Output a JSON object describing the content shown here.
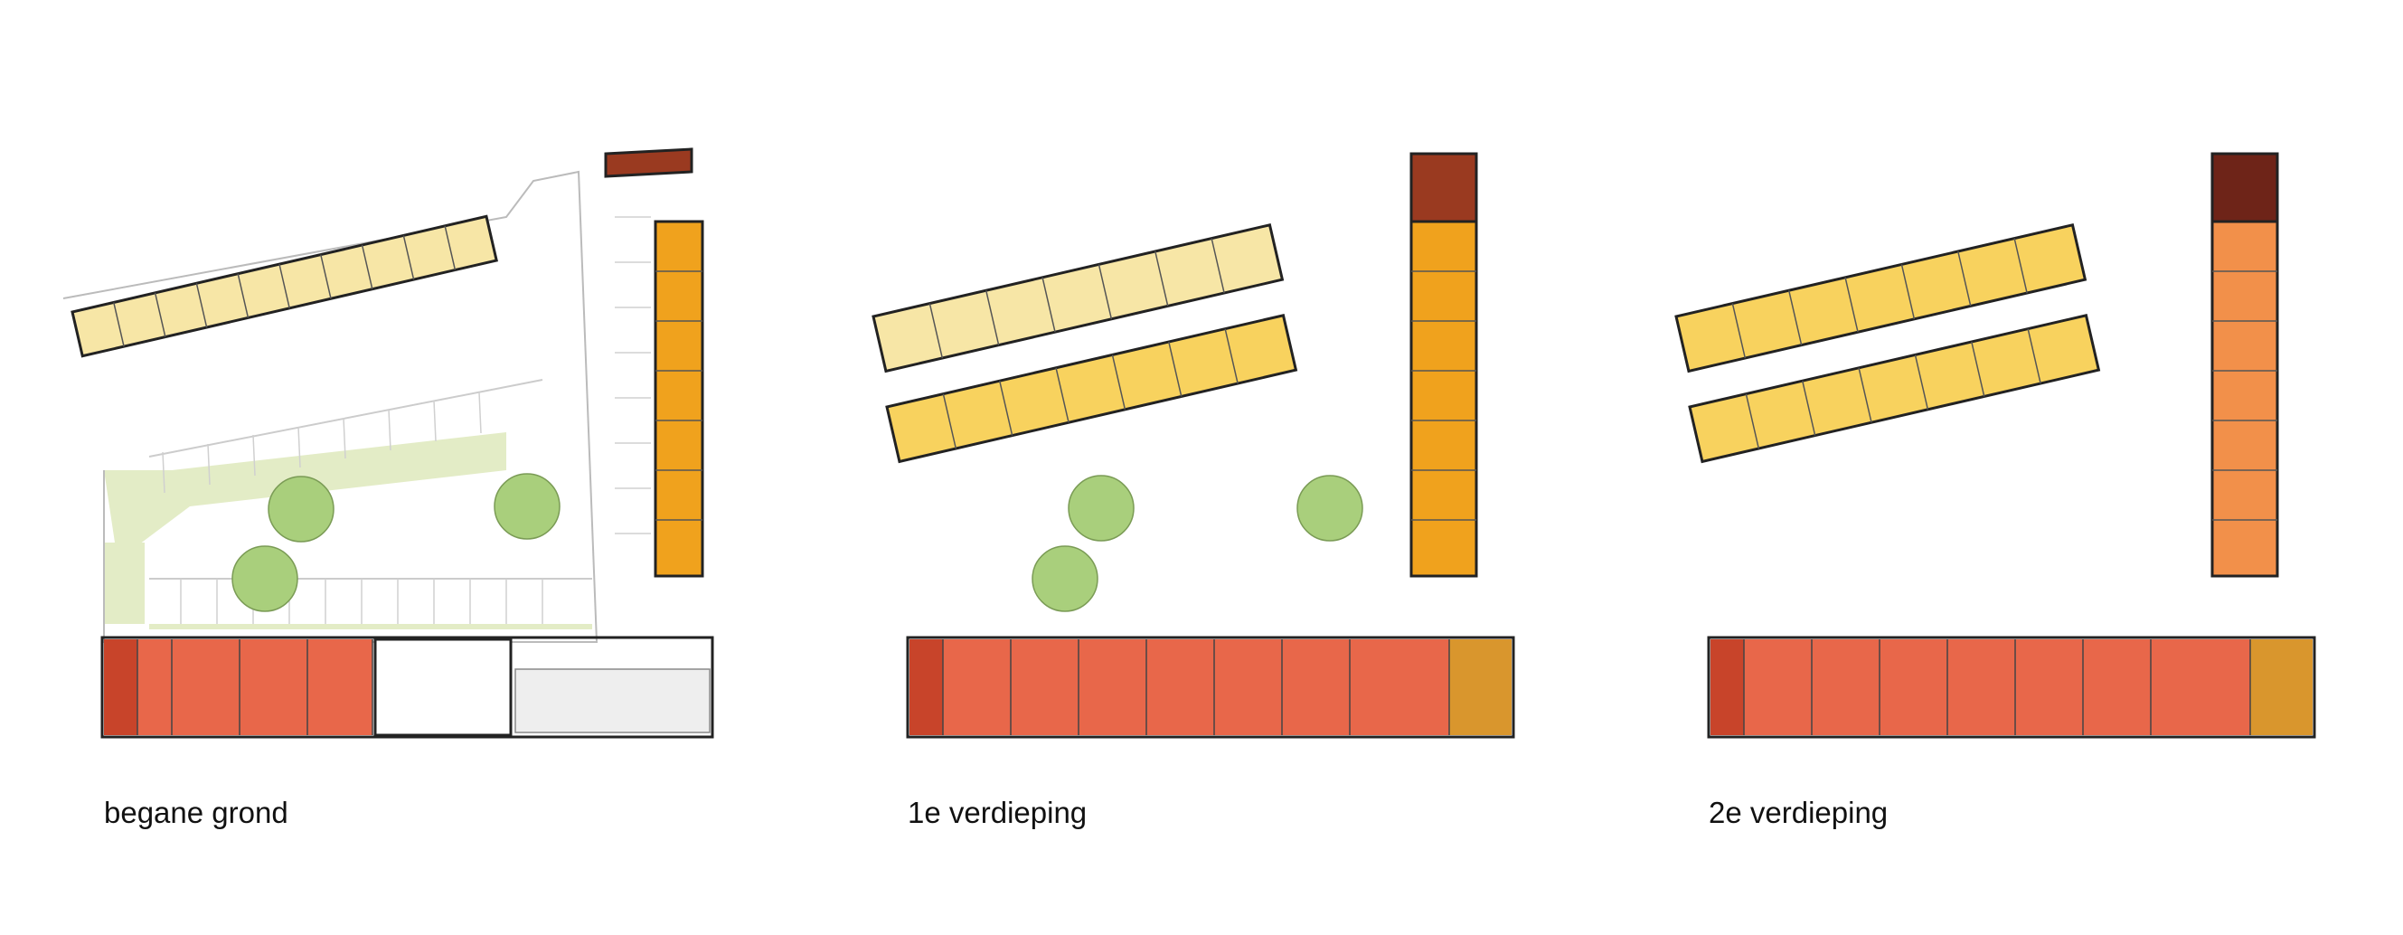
{
  "plans": [
    {
      "id": "ground",
      "caption": "begane grond"
    },
    {
      "id": "first",
      "caption": "1e verdieping"
    },
    {
      "id": "second",
      "caption": "2e verdieping"
    }
  ],
  "colors": {
    "pale_yellow": "#f7e6a6",
    "yellow": "#f8d25e",
    "orange": "#f0a21d",
    "light_orange": "#f2904a",
    "red_orange": "#e8674a",
    "dark_red": "#c8442a",
    "brown_red": "#9a3a20",
    "dark_brown": "#6e2418",
    "ochre": "#d9962d",
    "tree_green": "#a9cf7c",
    "lawn_green": "#e3ecc6"
  }
}
